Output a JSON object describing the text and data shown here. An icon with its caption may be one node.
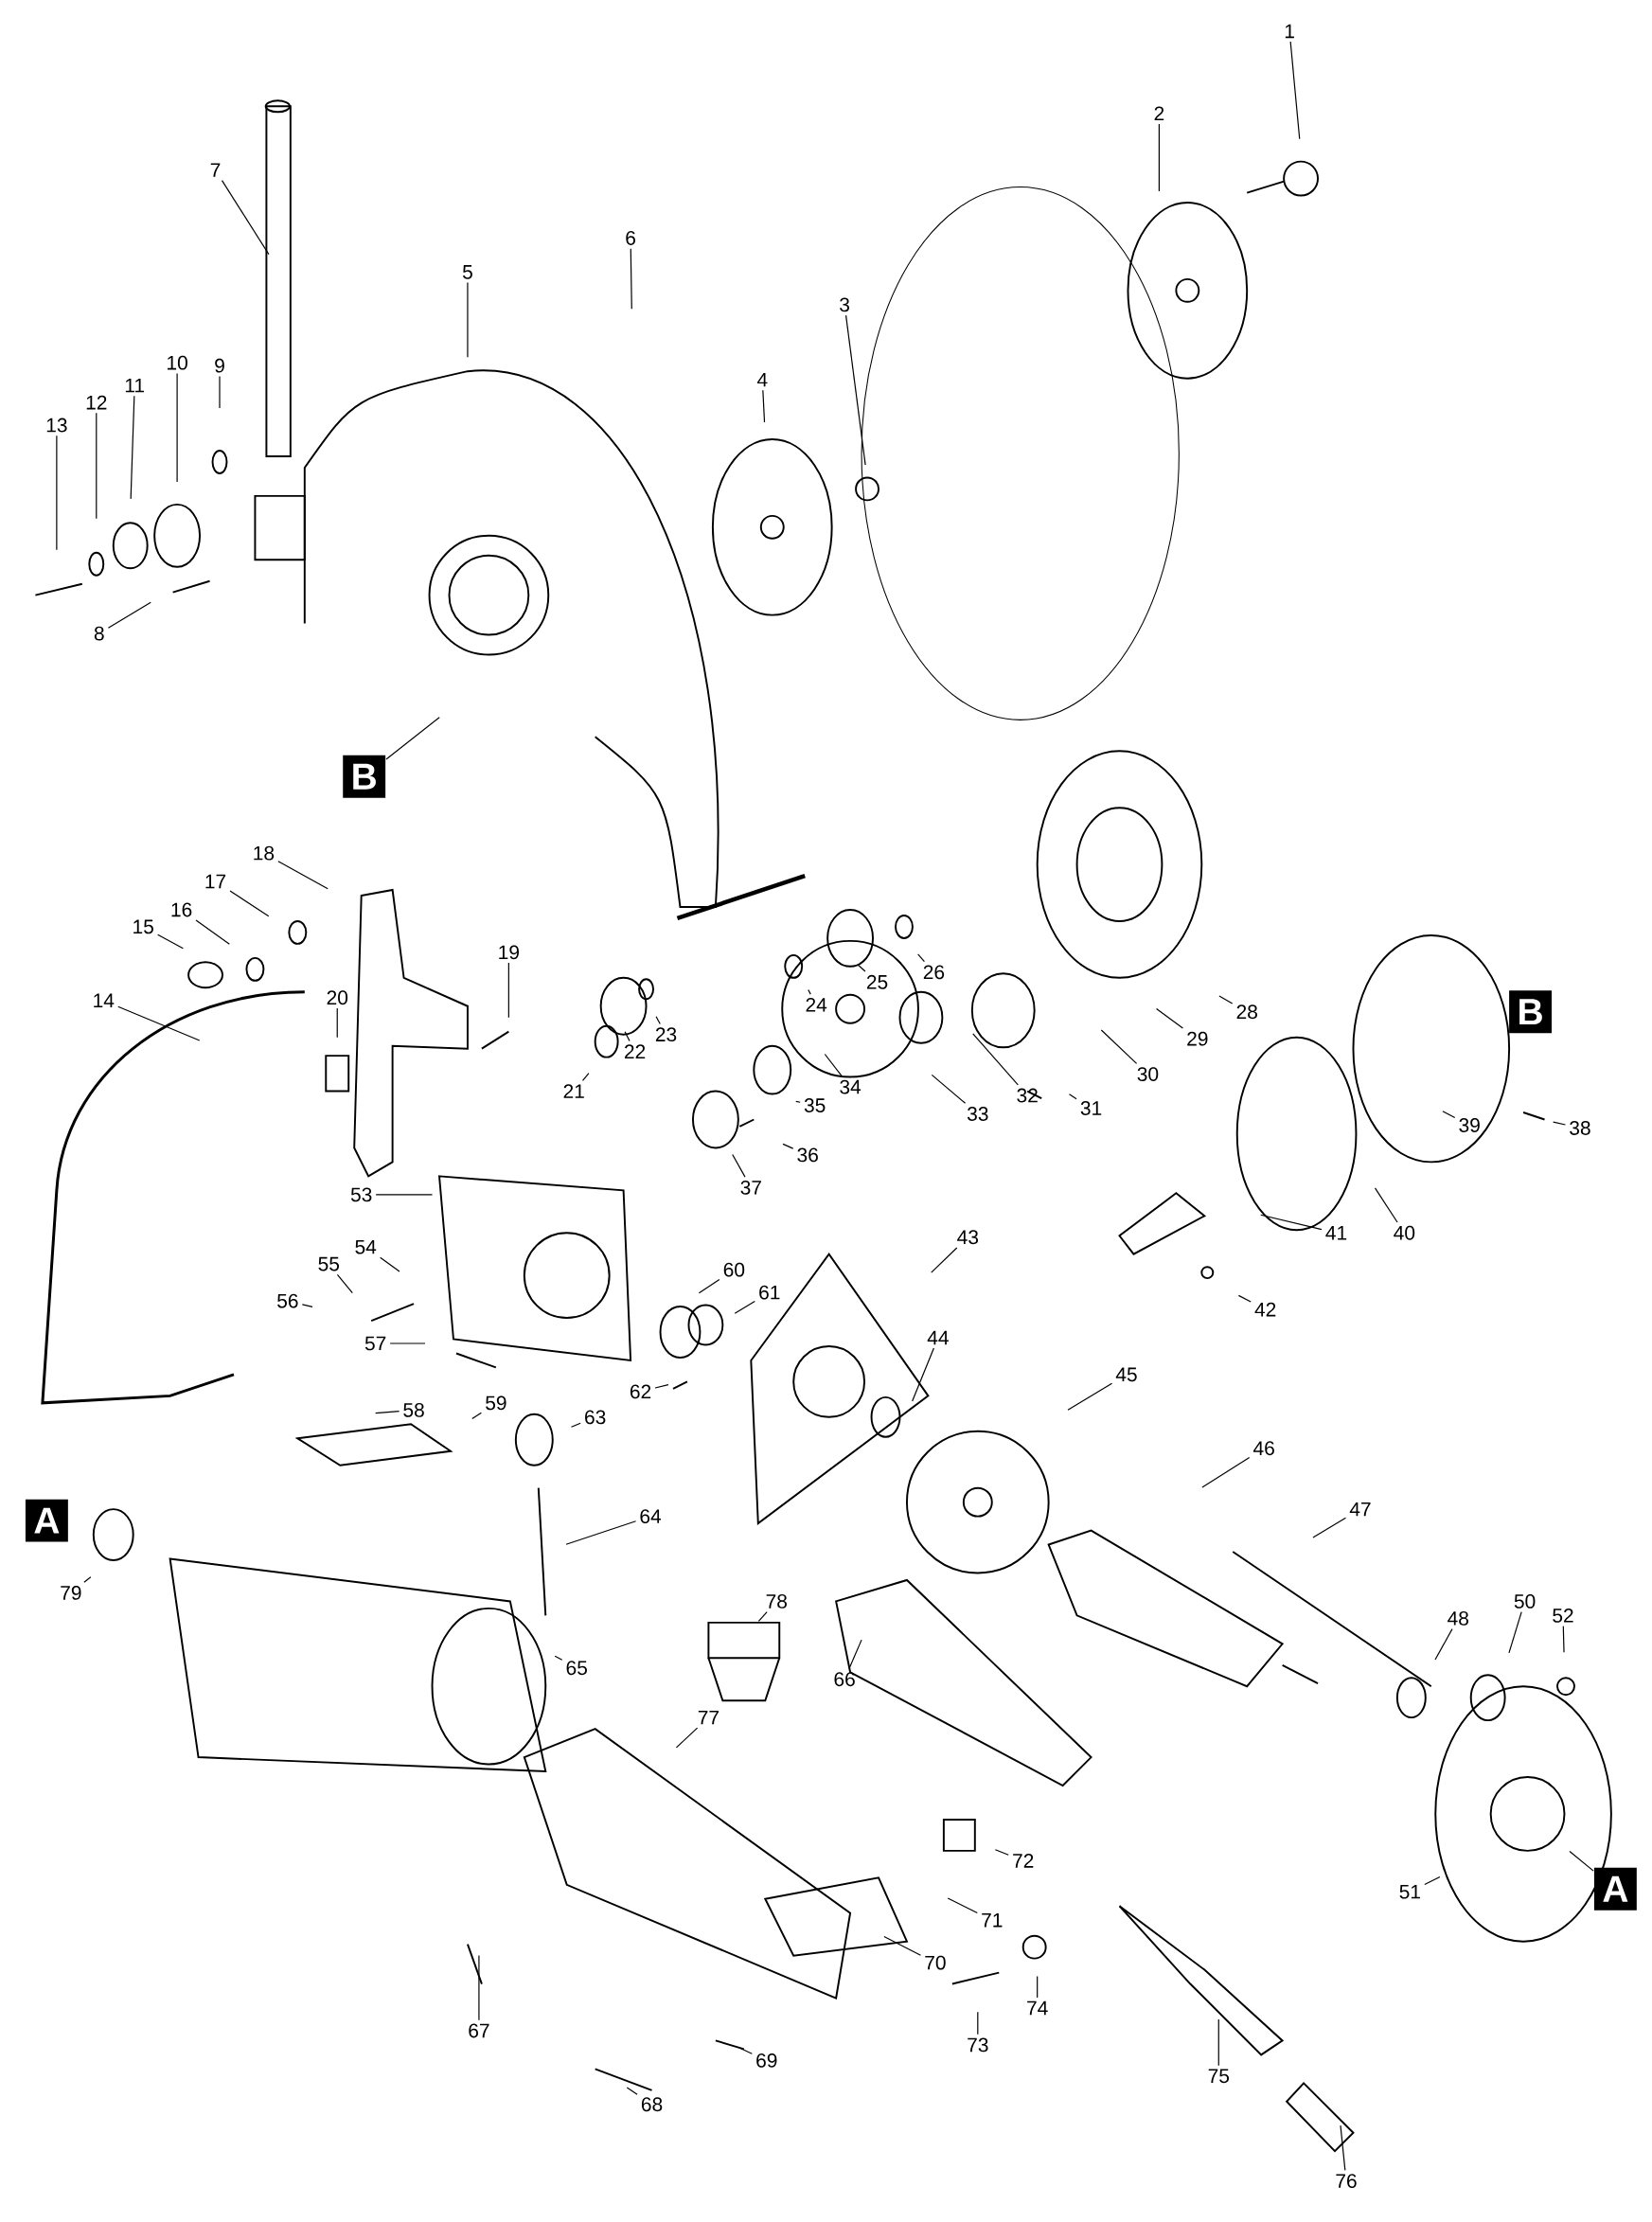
{
  "diagram": {
    "nodes": [
      {
        "text": [
          "1"
        ]
      },
      {
        "text": [
          "2"
        ]
      },
      {
        "text": [
          "3"
        ]
      },
      {
        "text": [
          "4"
        ]
      },
      {
        "text": [
          "5"
        ]
      },
      {
        "text": [
          "6"
        ]
      },
      {
        "text": [
          "7"
        ]
      },
      {
        "text": [
          "8"
        ]
      },
      {
        "text": [
          "9"
        ]
      },
      {
        "text": [
          "10"
        ]
      },
      {
        "text": [
          "11"
        ]
      },
      {
        "text": [
          "12"
        ]
      },
      {
        "text": [
          "13"
        ]
      },
      {
        "text": [
          "14"
        ]
      },
      {
        "text": [
          "15"
        ]
      },
      {
        "text": [
          "16"
        ]
      },
      {
        "text": [
          "17"
        ]
      },
      {
        "text": [
          "18"
        ]
      },
      {
        "text": [
          "19"
        ]
      },
      {
        "text": [
          "20"
        ]
      },
      {
        "text": [
          "21"
        ]
      },
      {
        "text": [
          "22"
        ]
      },
      {
        "text": [
          "23"
        ]
      },
      {
        "text": [
          "24"
        ]
      },
      {
        "text": [
          "25"
        ]
      },
      {
        "text": [
          "26"
        ]
      },
      {
        "text": [
          "28"
        ]
      },
      {
        "text": [
          "29"
        ]
      },
      {
        "text": [
          "30"
        ]
      },
      {
        "text": [
          "31"
        ]
      },
      {
        "text": [
          "32"
        ]
      },
      {
        "text": [
          "33"
        ]
      },
      {
        "text": [
          "34"
        ]
      },
      {
        "text": [
          "35"
        ]
      },
      {
        "text": [
          "36"
        ]
      },
      {
        "text": [
          "37"
        ]
      },
      {
        "text": [
          "38"
        ]
      },
      {
        "text": [
          "39"
        ]
      },
      {
        "text": [
          "40"
        ]
      },
      {
        "text": [
          "41"
        ]
      },
      {
        "text": [
          "42"
        ]
      },
      {
        "text": [
          "43"
        ]
      },
      {
        "text": [
          "44"
        ]
      },
      {
        "text": [
          "45"
        ]
      },
      {
        "text": [
          "46"
        ]
      },
      {
        "text": [
          "47"
        ]
      },
      {
        "text": [
          "48"
        ]
      },
      {
        "text": [
          "50"
        ]
      },
      {
        "text": [
          "51"
        ]
      },
      {
        "text": [
          "52"
        ]
      },
      {
        "text": [
          "53"
        ]
      },
      {
        "text": [
          "54"
        ]
      },
      {
        "text": [
          "55"
        ]
      },
      {
        "text": [
          "56"
        ]
      },
      {
        "text": [
          "57"
        ]
      },
      {
        "text": [
          "58"
        ]
      },
      {
        "text": [
          "59"
        ]
      },
      {
        "text": [
          "60"
        ]
      },
      {
        "text": [
          "61"
        ]
      },
      {
        "text": [
          "62"
        ]
      },
      {
        "text": [
          "63"
        ]
      },
      {
        "text": [
          "64"
        ]
      },
      {
        "text": [
          "65"
        ]
      },
      {
        "text": [
          "66"
        ]
      },
      {
        "text": [
          "67"
        ]
      },
      {
        "text": [
          "68"
        ]
      },
      {
        "text": [
          "69"
        ]
      },
      {
        "text": [
          "70"
        ]
      },
      {
        "text": [
          "71"
        ]
      },
      {
        "text": [
          "72"
        ]
      },
      {
        "text": [
          "73"
        ]
      },
      {
        "text": [
          "74"
        ]
      },
      {
        "text": [
          "75"
        ]
      },
      {
        "text": [
          "76"
        ]
      },
      {
        "text": [
          "77"
        ]
      },
      {
        "text": [
          "78"
        ]
      },
      {
        "text": [
          "79"
        ]
      },
      {
        "text": [
          "B"
        ]
      },
      {
        "text": [
          "B"
        ]
      },
      {
        "text": [
          "A"
        ]
      },
      {
        "text": [
          "A"
        ]
      }
    ],
    "edges": [
      {
        "from": 0,
        "to": null,
        "arrow": "none"
      },
      {
        "from": 1,
        "to": null,
        "arrow": "none"
      },
      {
        "from": 2,
        "to": null,
        "arrow": "none"
      },
      {
        "from": 3,
        "to": null,
        "arrow": "none"
      },
      {
        "from": 4,
        "to": null,
        "arrow": "none"
      },
      {
        "from": 5,
        "to": null,
        "arrow": "none"
      },
      {
        "from": 6,
        "to": null,
        "arrow": "none"
      },
      {
        "from": 7,
        "to": null,
        "arrow": "none"
      },
      {
        "from": 8,
        "to": null,
        "arrow": "none"
      },
      {
        "from": 9,
        "to": null,
        "arrow": "none"
      },
      {
        "from": 10,
        "to": null,
        "arrow": "none"
      },
      {
        "from": 11,
        "to": null,
        "arrow": "none"
      },
      {
        "from": 12,
        "to": null,
        "arrow": "none"
      },
      {
        "from": 13,
        "to": null,
        "arrow": "none"
      },
      {
        "from": 14,
        "to": null,
        "arrow": "none"
      },
      {
        "from": 15,
        "to": null,
        "arrow": "none"
      },
      {
        "from": 16,
        "to": null,
        "arrow": "none"
      },
      {
        "from": 17,
        "to": null,
        "arrow": "none"
      },
      {
        "from": 18,
        "to": null,
        "arrow": "none"
      },
      {
        "from": 19,
        "to": null,
        "arrow": "none"
      },
      {
        "from": 20,
        "to": null,
        "arrow": "none"
      },
      {
        "from": 21,
        "to": null,
        "arrow": "none"
      },
      {
        "from": 22,
        "to": null,
        "arrow": "none"
      },
      {
        "from": 23,
        "to": null,
        "arrow": "none"
      },
      {
        "from": 24,
        "to": null,
        "arrow": "none"
      },
      {
        "from": 25,
        "to": null,
        "arrow": "none"
      },
      {
        "from": 26,
        "to": null,
        "arrow": "none"
      },
      {
        "from": 27,
        "to": null,
        "arrow": "none"
      },
      {
        "from": 28,
        "to": null,
        "arrow": "none"
      },
      {
        "from": 29,
        "to": null,
        "arrow": "none"
      },
      {
        "from": 30,
        "to": null,
        "arrow": "none"
      },
      {
        "from": 31,
        "to": null,
        "arrow": "none"
      },
      {
        "from": 32,
        "to": null,
        "arrow": "none"
      },
      {
        "from": 33,
        "to": null,
        "arrow": "none"
      },
      {
        "from": 34,
        "to": null,
        "arrow": "none"
      },
      {
        "from": 35,
        "to": null,
        "arrow": "none"
      },
      {
        "from": 36,
        "to": null,
        "arrow": "none"
      },
      {
        "from": 37,
        "to": null,
        "arrow": "none"
      },
      {
        "from": 38,
        "to": null,
        "arrow": "none"
      },
      {
        "from": 39,
        "to": null,
        "arrow": "none"
      },
      {
        "from": 40,
        "to": null,
        "arrow": "none"
      },
      {
        "from": 41,
        "to": null,
        "arrow": "none"
      },
      {
        "from": 42,
        "to": null,
        "arrow": "none"
      },
      {
        "from": 43,
        "to": null,
        "arrow": "none"
      },
      {
        "from": 44,
        "to": null,
        "arrow": "none"
      },
      {
        "from": 45,
        "to": null,
        "arrow": "none"
      },
      {
        "from": 46,
        "to": null,
        "arrow": "none"
      },
      {
        "from": 47,
        "to": null,
        "arrow": "none"
      },
      {
        "from": 48,
        "to": null,
        "arrow": "none"
      },
      {
        "from": 49,
        "to": null,
        "arrow": "none"
      },
      {
        "from": 50,
        "to": null,
        "arrow": "none"
      },
      {
        "from": 51,
        "to": null,
        "arrow": "none"
      },
      {
        "from": 52,
        "to": null,
        "arrow": "none"
      },
      {
        "from": 53,
        "to": null,
        "arrow": "none"
      },
      {
        "from": 54,
        "to": null,
        "arrow": "none"
      },
      {
        "from": 55,
        "to": null,
        "arrow": "none"
      },
      {
        "from": 56,
        "to": null,
        "arrow": "none"
      },
      {
        "from": 57,
        "to": null,
        "arrow": "none"
      },
      {
        "from": 58,
        "to": null,
        "arrow": "none"
      },
      {
        "from": 59,
        "to": null,
        "arrow": "none"
      },
      {
        "from": 60,
        "to": null,
        "arrow": "none"
      },
      {
        "from": 61,
        "to": null,
        "arrow": "none"
      },
      {
        "from": 62,
        "to": null,
        "arrow": "none"
      },
      {
        "from": 63,
        "to": null,
        "arrow": "none"
      },
      {
        "from": 64,
        "to": null,
        "arrow": "none"
      },
      {
        "from": 65,
        "to": null,
        "arrow": "none"
      },
      {
        "from": 66,
        "to": null,
        "arrow": "none"
      },
      {
        "from": 67,
        "to": null,
        "arrow": "none"
      },
      {
        "from": 68,
        "to": null,
        "arrow": "none"
      },
      {
        "from": 69,
        "to": null,
        "arrow": "none"
      },
      {
        "from": 70,
        "to": null,
        "arrow": "none"
      },
      {
        "from": 71,
        "to": null,
        "arrow": "none"
      },
      {
        "from": 72,
        "to": null,
        "arrow": "none"
      },
      {
        "from": 73,
        "to": null,
        "arrow": "none"
      },
      {
        "from": 74,
        "to": null,
        "arrow": "none"
      },
      {
        "from": 75,
        "to": null,
        "arrow": "none"
      },
      {
        "from": 76,
        "to": null,
        "arrow": "none"
      },
      {
        "from": 77,
        "to": null,
        "arrow": "none"
      },
      {
        "from": 80,
        "to": null,
        "arrow": "none"
      }
    ]
  }
}
